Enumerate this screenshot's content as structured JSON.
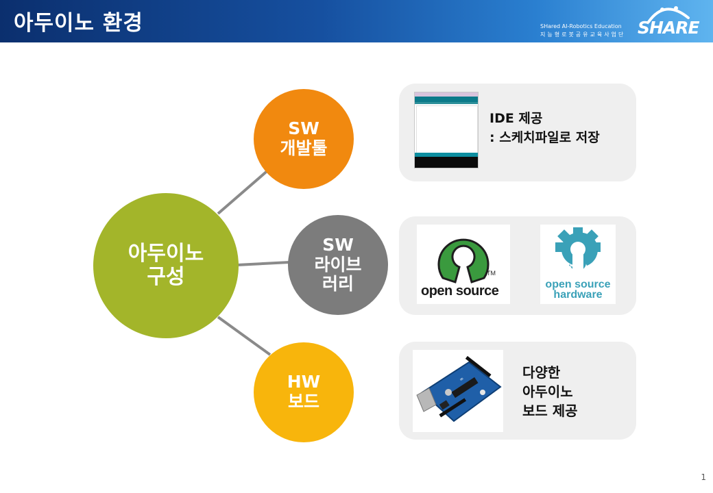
{
  "header": {
    "title": "아두이노 환경",
    "brand_en": "SHared AI-Robotics Education",
    "brand_ko": "지능형로봇공유교육사업단",
    "brand_logo": "SHARE"
  },
  "diagram": {
    "center": {
      "line1": "아두이노",
      "line2": "구성"
    },
    "nodes": [
      {
        "line1": "SW",
        "line2": "개발툴",
        "line3": "",
        "color": "#f1890f"
      },
      {
        "line1": "SW",
        "line2": "라이브",
        "line3": "러리",
        "color": "#7c7c7c"
      },
      {
        "line1": "HW",
        "line2": "보드",
        "line3": "",
        "color": "#f8b50c"
      }
    ],
    "center_color": "#a3b52a"
  },
  "panels": {
    "ide": {
      "line1": "IDE 제공",
      "line2": ": 스케치파일로 저장"
    },
    "library": {
      "osi_text": "open source",
      "osi_tm": "TM",
      "oshw_line1": "open source",
      "oshw_line2": "hardware"
    },
    "board": {
      "line1": "다양한",
      "line2": "아두이노",
      "line3": "보드 제공"
    }
  },
  "icons": {
    "ide_screenshot": "arduino-ide-screenshot",
    "osi_logo": "open-source-initiative-logo",
    "oshw_logo": "open-source-hardware-gear-logo",
    "board_photo": "arduino-uno-board-image"
  },
  "page_number": "1"
}
